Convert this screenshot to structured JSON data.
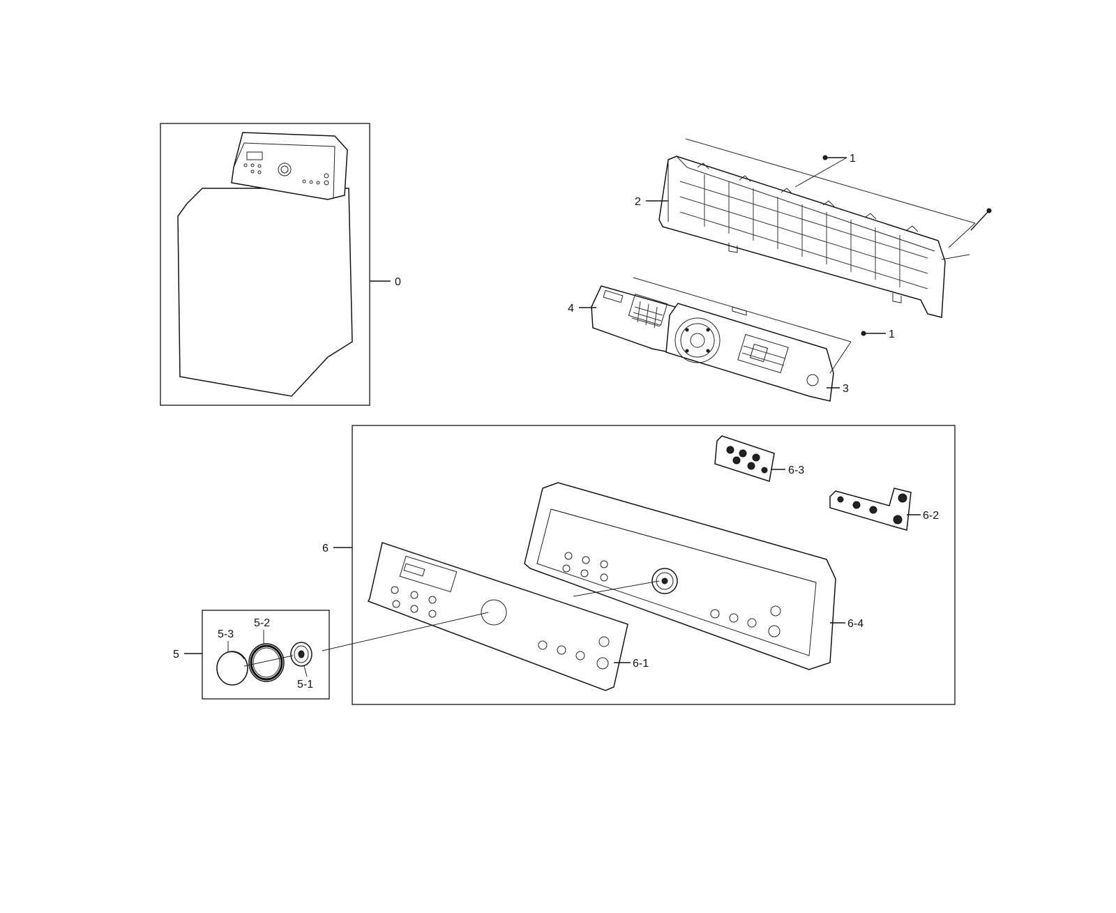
{
  "labels": {
    "l0": "0",
    "l1a": "1",
    "l1b": "1",
    "l2": "2",
    "l3": "3",
    "l4": "4",
    "l5": "5",
    "l5_1": "5-1",
    "l5_2": "5-2",
    "l5_3": "5-3",
    "l6": "6",
    "l6_1": "6-1",
    "l6_2": "6-2",
    "l6_3": "6-3",
    "l6_4": "6-4"
  }
}
